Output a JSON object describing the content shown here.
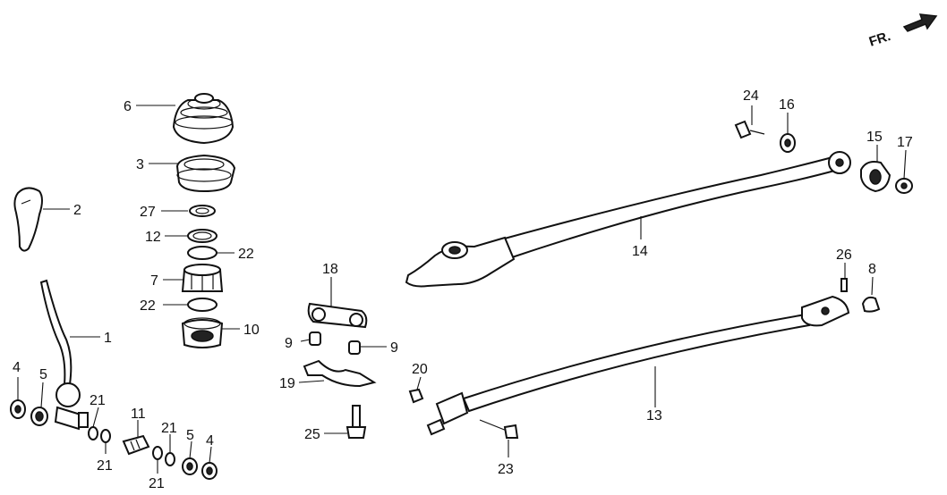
{
  "direction_label": "FR.",
  "callouts": {
    "c1": "1",
    "c2": "2",
    "c3": "3",
    "c4a": "4",
    "c4b": "4",
    "c5a": "5",
    "c5b": "5",
    "c6": "6",
    "c7": "7",
    "c8": "8",
    "c9a": "9",
    "c9b": "9",
    "c10": "10",
    "c11": "11",
    "c12": "12",
    "c13": "13",
    "c14": "14",
    "c15": "15",
    "c16": "16",
    "c17": "17",
    "c18": "18",
    "c19": "19",
    "c20": "20",
    "c21a": "21",
    "c21b": "21",
    "c21c": "21",
    "c21d": "21",
    "c22a": "22",
    "c22b": "22",
    "c23": "23",
    "c24": "24",
    "c25": "25",
    "c26": "26",
    "c27": "27"
  }
}
